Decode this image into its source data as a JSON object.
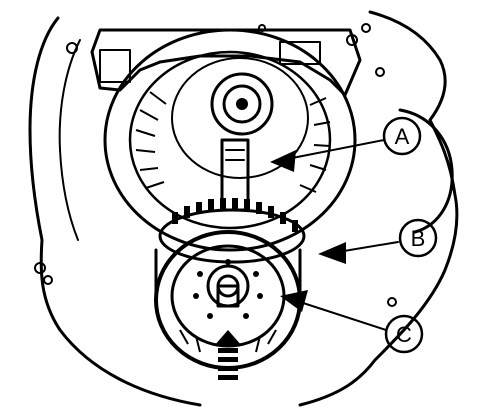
{
  "diagram": {
    "callouts": [
      {
        "id": "A",
        "label": "A"
      },
      {
        "id": "B",
        "label": "B"
      },
      {
        "id": "C",
        "label": "C"
      }
    ],
    "colors": {
      "ink": "#000000",
      "paper": "#ffffff"
    }
  }
}
